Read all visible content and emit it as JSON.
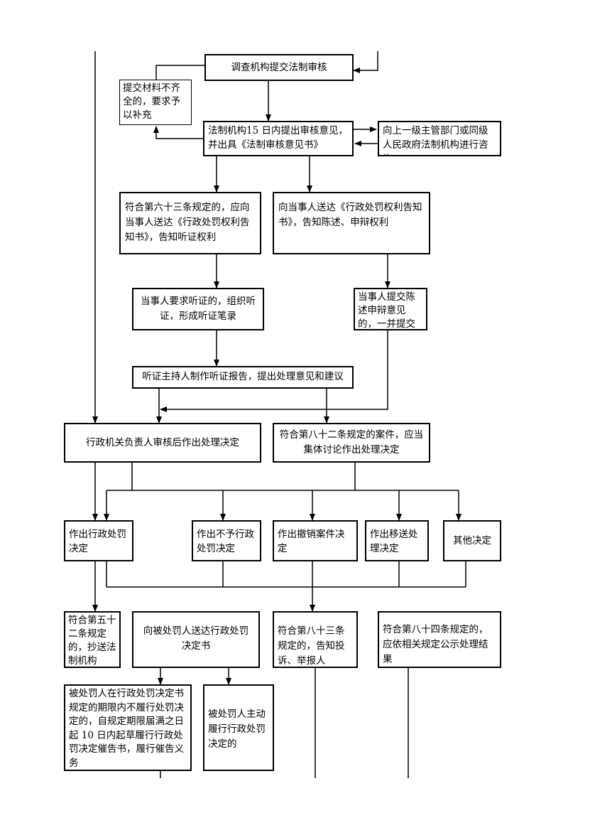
{
  "nodes": {
    "submit_review": "调查机构提交法制审核",
    "incomplete": "提交材料不齐全的，要求予以补充",
    "review_15days": "法制机构15 日内提出审核意见，并出具《法制审核意见书》",
    "consult": "向上一级主管部门或同级人民政府法制机构进行咨询",
    "art63": "符合第六十三条规定的，应向当事人送达《行政处罚权利告知书》，告知听证权利",
    "notify_rights": "向当事人送达《行政处罚权利告知书》，告知陈述、申辩权利",
    "hearing_request": "当事人要求听证的，组织听证，形成听证笔录",
    "statement": "当事人提交陈述申辩意见的，一并提交",
    "hearing_report": "听证主持人制作听证报告，提出处理意见和建议",
    "head_decision": "行政机关负责人审核后作出处理决定",
    "art82": "符合第八十二条规定的案件，应当集体讨论作出处理决定",
    "penalty": "作出行政处罚决定",
    "no_penalty": "作出不予行政处罚决定",
    "revoke": "作出撤销案件决定",
    "transfer": "作出移送处理决定",
    "other": "其他决定",
    "art52": "符合第五十二条规定的，抄送法制机构",
    "serve_decision": "向被处罚人送达行政处罚决定书",
    "art83": "符合第八十三条规定的，告知投诉、举报人",
    "art84": "符合第八十四条规定的，应依相关规定公示处理结果",
    "not_perform": "被处罚人在行政处罚决定书规定的期限内不履行处罚决定的，自规定期限届满之日起 10 日内起草履行行政处罚决定催告书，履行催告义务",
    "perform": "被处罚人主动履行行政处罚决定的"
  }
}
